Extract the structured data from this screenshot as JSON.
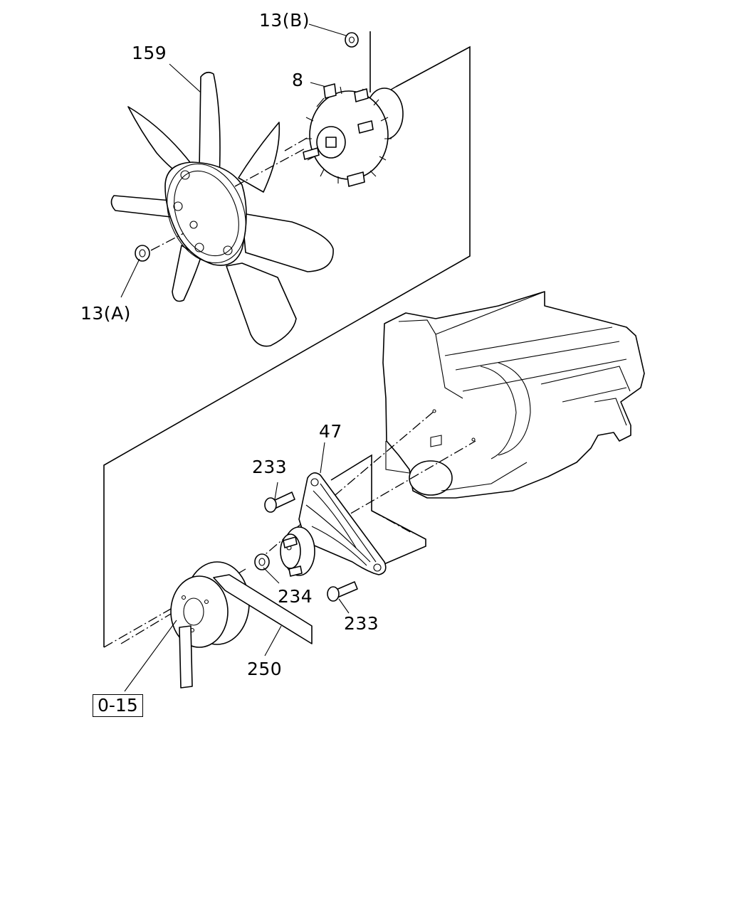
{
  "callouts": {
    "nut_b": "13(B)",
    "fan": "159",
    "clutch": "8",
    "nut_a": "13(A)",
    "bracket": "47",
    "bolt_upper": "233",
    "nut_hub": "234",
    "bolt_lower": "233",
    "belt": "250"
  },
  "reference_box": "0-15"
}
